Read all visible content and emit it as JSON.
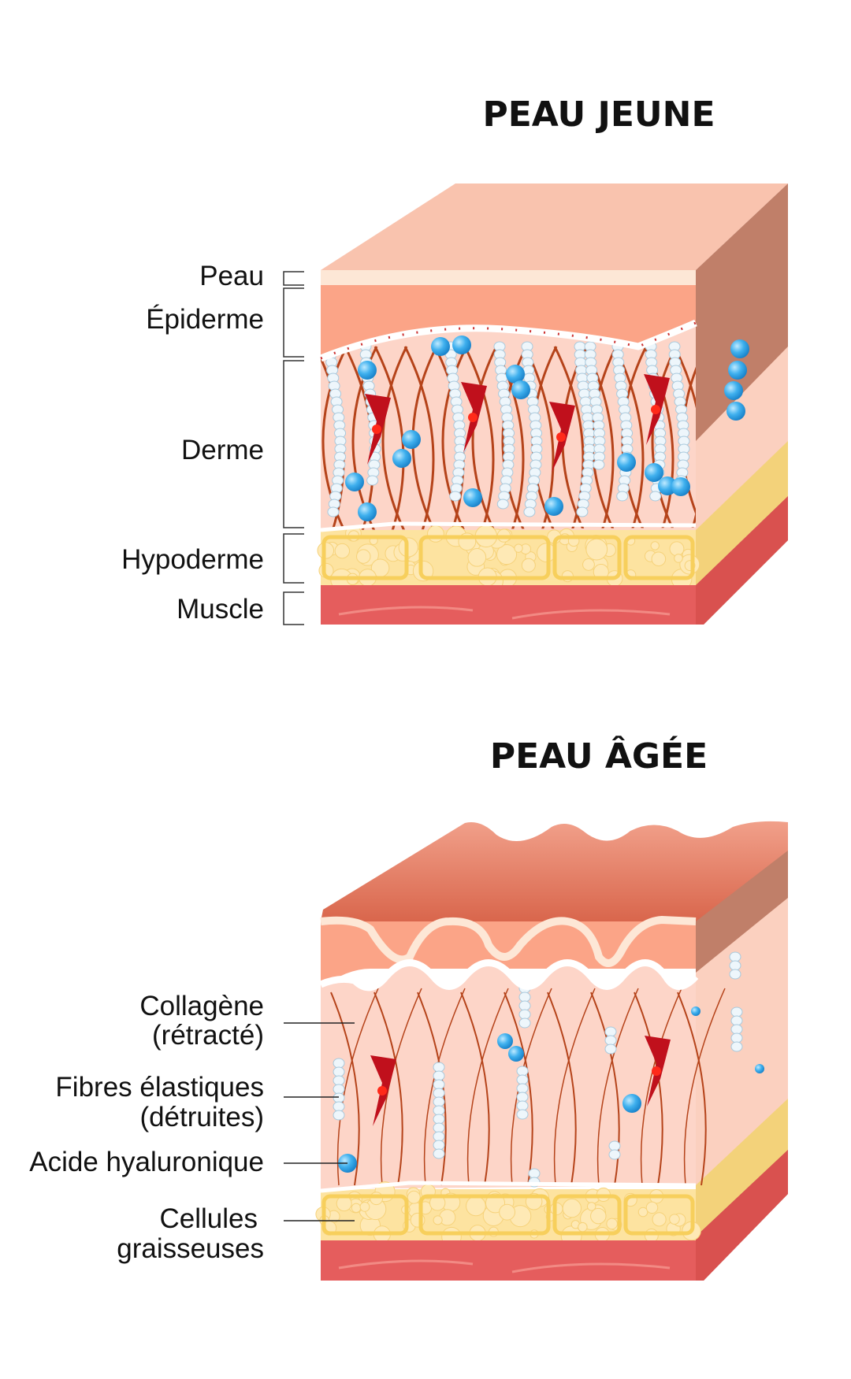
{
  "young": {
    "title": "PEAU JEUNE",
    "labels": {
      "peau": "Peau",
      "epiderme": "Épiderme",
      "derme": "Derme",
      "hypoderme": "Hypoderme",
      "muscle": "Muscle"
    }
  },
  "aged": {
    "title": "PEAU ÂGÉE",
    "labels": {
      "collagene": "Collagène",
      "collagene_note": "(rétracté)",
      "fibres": "Fibres élastiques",
      "fibres_note": "(détruites)",
      "acide": "Acide hyaluronique",
      "cellules": "Cellules",
      "cellules_2": "graisseuses"
    }
  },
  "colors": {
    "top_face": "#f9c3ae",
    "epidermis": "#fba487",
    "side_face": "#c07f69",
    "dermis": "#fdd5c8",
    "fat": "#fde3a0",
    "muscle": "#e55d5d",
    "collagen": "#b5431a",
    "hyaluronic": "#2ea3e6",
    "fibroblast": "#c0101c"
  }
}
